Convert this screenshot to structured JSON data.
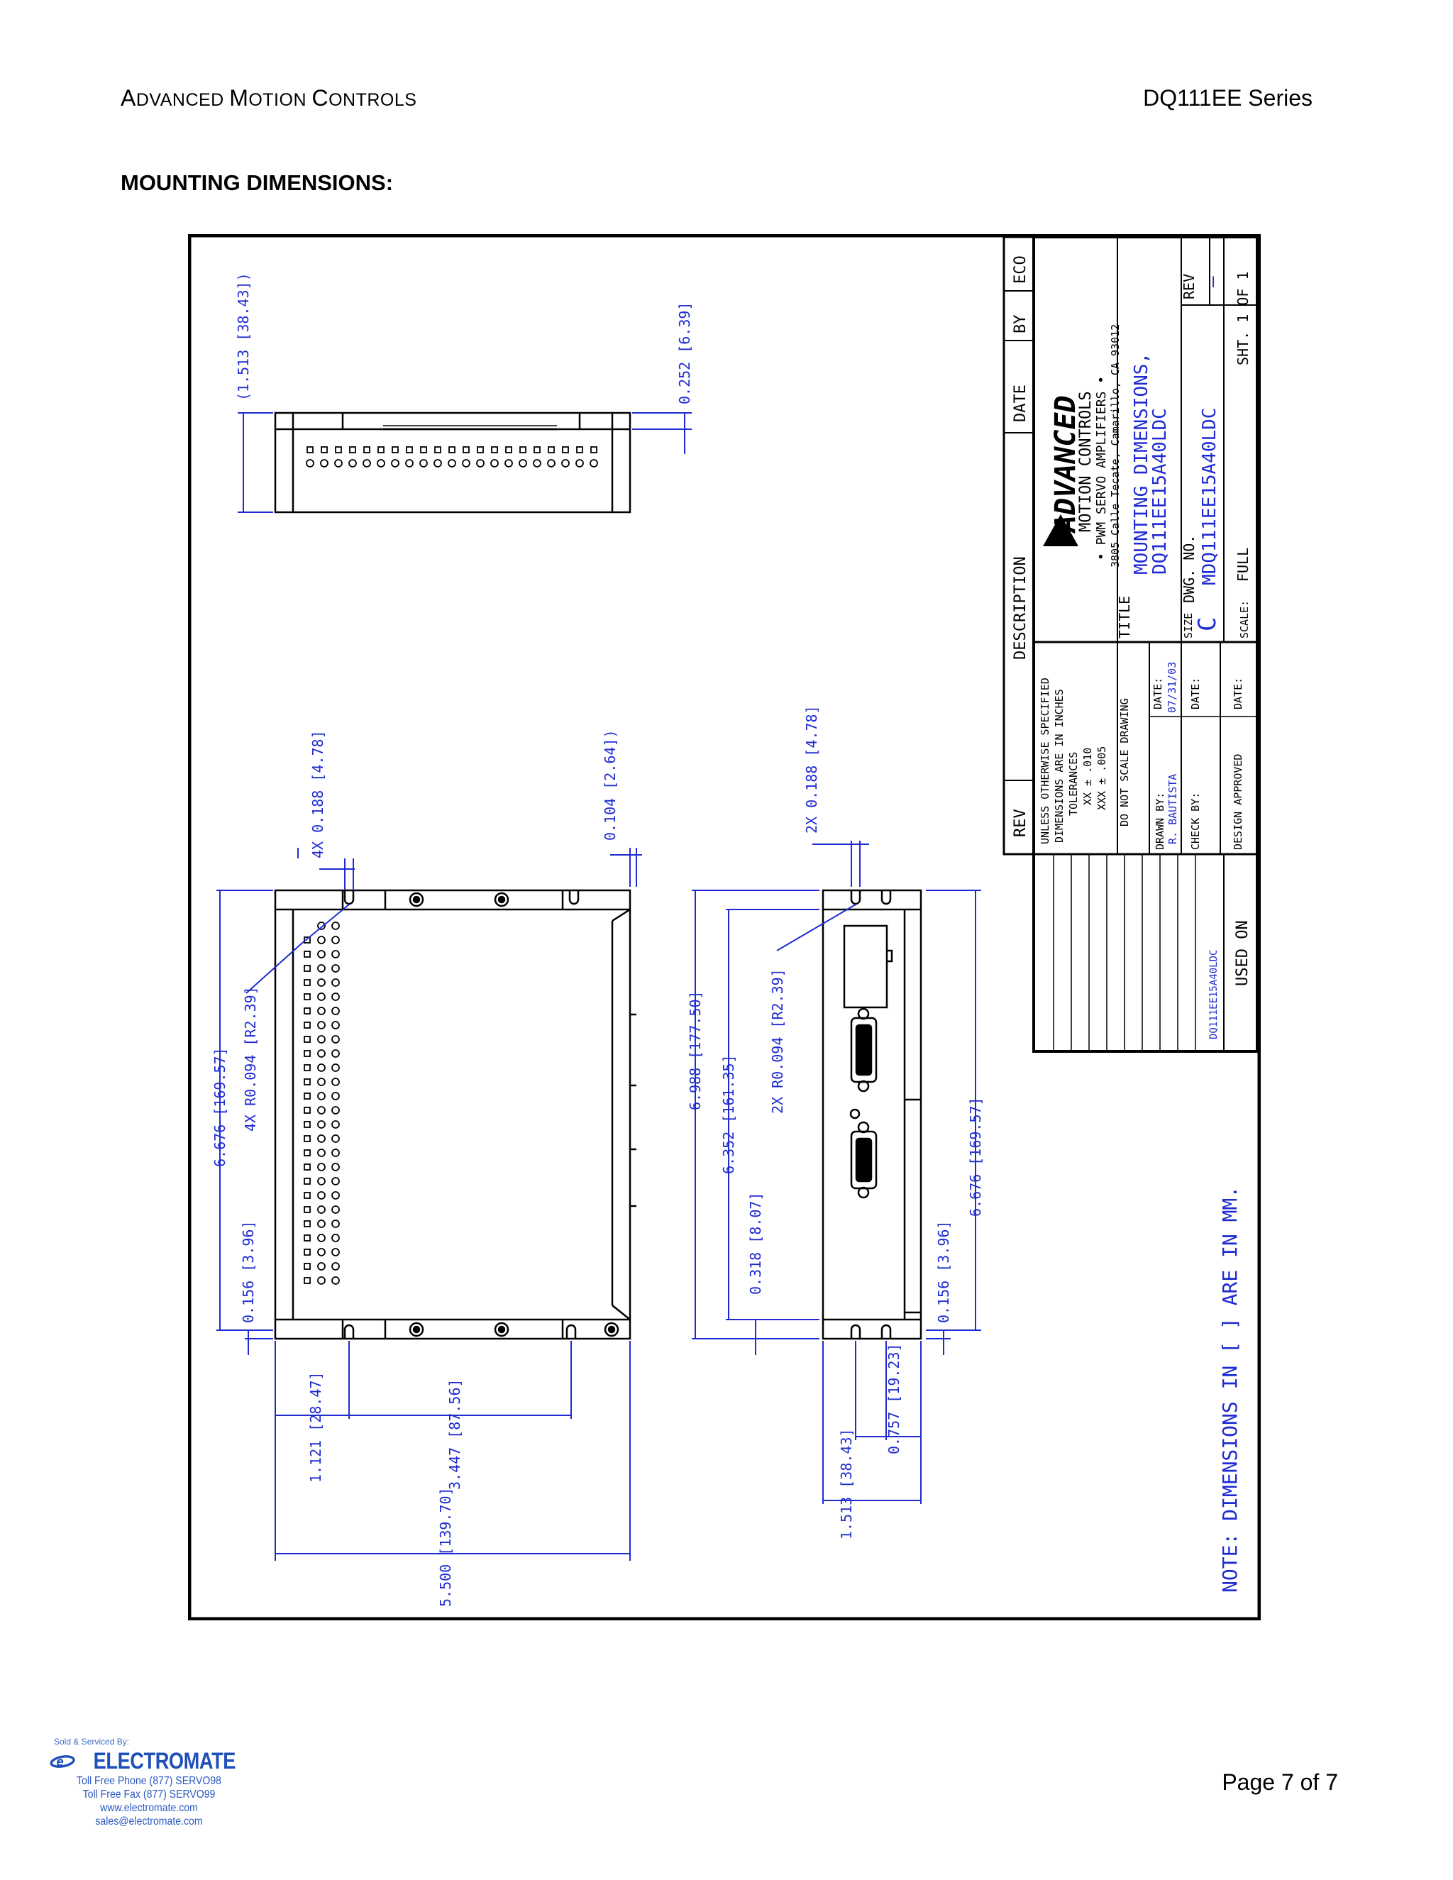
{
  "header": {
    "company_A": "A",
    "company_dvanced": "DVANCED ",
    "company_M1": "M",
    "company_otion": "OTION ",
    "company_C": "C",
    "company_ontrols": "ONTROLS",
    "series": "DQ111EE Series"
  },
  "section_title": "MOUNTING DIMENSIONS:",
  "drawing": {
    "dims": {
      "d1513_38": "(1.513 [38.43])",
      "d0252": "0.252 [6.39]",
      "d4x0188": "4X 0.188 [4.78]",
      "d0104": "0.104 [2.64])",
      "d2x0188": "2X 0.188 [4.78]",
      "d6676_l": "6.676 [169.57]",
      "d4xr": "4X R0.094 [R2.39]",
      "d0156_l": "0.156 [3.96]",
      "d6988": "6.988 [177.50]",
      "d6352": "6.352 [161.35]",
      "d0318": "0.318 [8.07]",
      "d2xr": "2X R0.094 [R2.39]",
      "d6676_r": "6.676 [169.57]",
      "d0156_r": "0.156 [3.96]",
      "d1121": "1.121 [28.47]",
      "d3447": "3.447 [87.56]",
      "d5500": "5.500 [139.70]",
      "d0757": "0.757 [19.23]",
      "d1513": "1.513 [38.43]",
      "note": "NOTE: DIMENSIONS IN [      ] ARE IN MM."
    },
    "title_block": {
      "rev_col": "REV",
      "description_col": "DESCRIPTION",
      "date_col": "DATE",
      "by_col": "BY",
      "eco_col": "ECO",
      "unless_1": "UNLESS OTHERWISE SPECIFIED",
      "unless_2": "DIMENSIONS ARE IN INCHES",
      "unless_3": "TOLERANCES",
      "unless_4": "XX ± .010",
      "unless_5": "XXX ± .005",
      "unless_6": "DO NOT SCALE DRAWING",
      "drawn_by_label": "DRAWN BY:",
      "drawn_by": "R. BAUTISTA",
      "date_label": "DATE:",
      "drawn_date": "07/31/03",
      "check_by_label": "CHECK BY:",
      "check_date_label": "DATE:",
      "design_approved_label": "DESIGN APPROVED",
      "approved_date_label": "DATE:",
      "logo_name": "ADVANCED",
      "logo_sub": "MOTION CONTROLS",
      "logo_tag": "• PWM SERVO AMPLIFIERS •",
      "logo_addr": "3805 Calle Tecate, Camarillo, CA 93012",
      "title_label": "TITLE",
      "title_1": "MOUNTING DIMENSIONS,",
      "title_2": "DQ111EE15A40LDC",
      "size_label": "SIZE",
      "size": "C",
      "dwg_label": "DWG. NO.",
      "dwg": "MDQ111EE15A40LDC",
      "rev_label": "REV",
      "rev": "–",
      "scale_label": "SCALE:",
      "scale": "FULL",
      "sheet": "SHT. 1 OF 1",
      "used_on_part": "DQ111EE15A40LDC",
      "used_on": "USED ON"
    }
  },
  "footer": {
    "sold": "Sold & Serviced By:",
    "brand": "ELECTROMATE",
    "phone": "Toll Free Phone  (877) SERVO98",
    "fax": "Toll Free Fax  (877) SERVO99",
    "web": "www.electromate.com",
    "email": "sales@electromate.com",
    "page": "Page 7 of 7"
  }
}
